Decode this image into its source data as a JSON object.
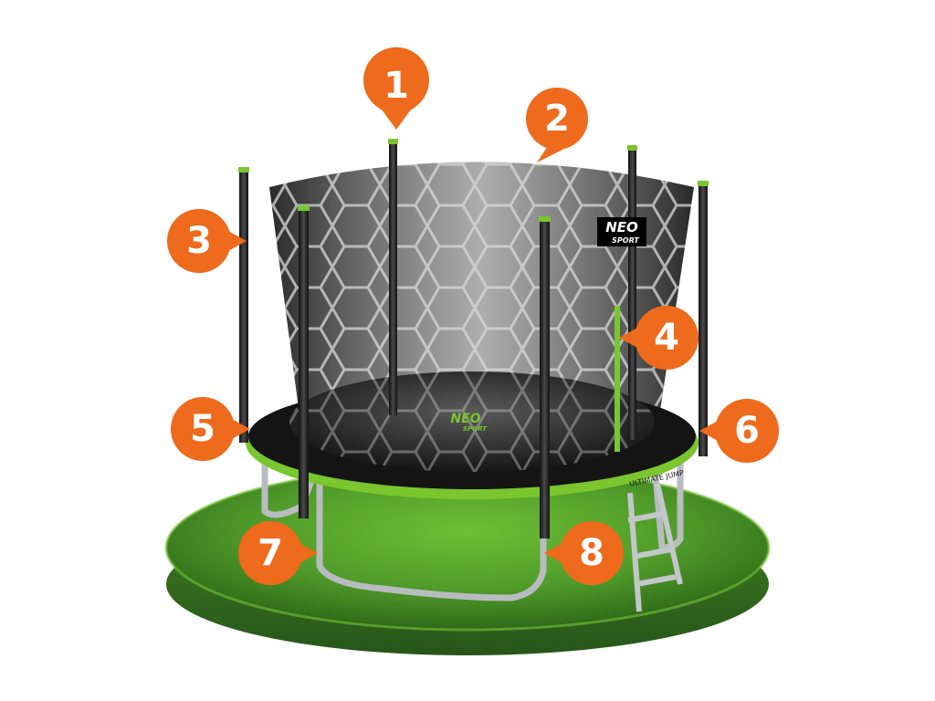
{
  "product": {
    "brand_main": "NEO",
    "brand_sub": "SPORT",
    "model_label": "ULTIMATE JUMP"
  },
  "callouts": [
    {
      "number": "1"
    },
    {
      "number": "2"
    },
    {
      "number": "3"
    },
    {
      "number": "4"
    },
    {
      "number": "5"
    },
    {
      "number": "6"
    },
    {
      "number": "7"
    },
    {
      "number": "8"
    }
  ],
  "colors": {
    "callout_orange": "#ee6a1c",
    "frame_green": "#7bc52e",
    "net_dark": "#1f1f1f",
    "mat_black": "#141414",
    "grass": "#4f9a2a",
    "steel": "#b9bcbf"
  }
}
